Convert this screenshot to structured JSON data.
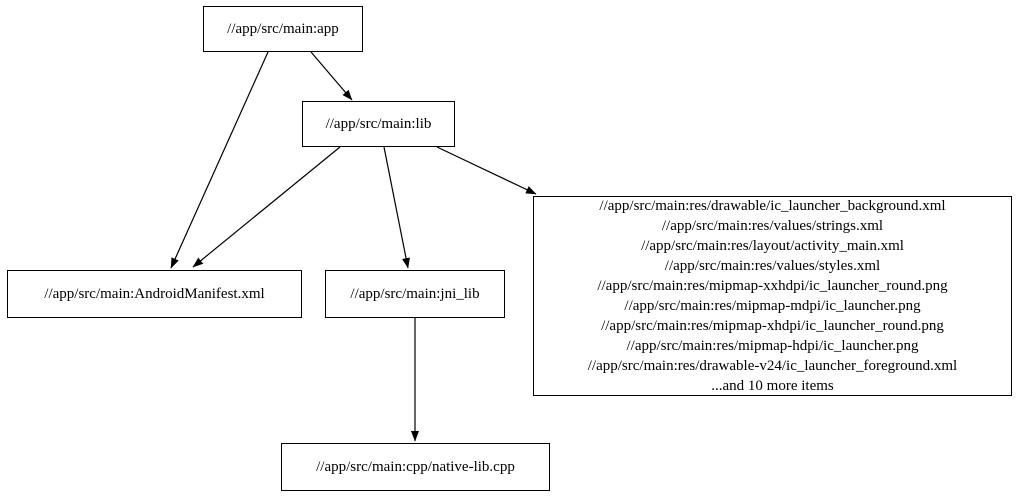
{
  "diagram": {
    "type": "dependency-graph",
    "nodes": {
      "app": {
        "label": "//app/src/main:app"
      },
      "lib": {
        "label": "//app/src/main:lib"
      },
      "manifest": {
        "label": "//app/src/main:AndroidManifest.xml"
      },
      "jni_lib": {
        "label": "//app/src/main:jni_lib"
      },
      "cpp": {
        "label": "//app/src/main:cpp/native-lib.cpp"
      },
      "res": {
        "lines": [
          "//app/src/main:res/drawable/ic_launcher_background.xml",
          "//app/src/main:res/values/strings.xml",
          "//app/src/main:res/layout/activity_main.xml",
          "//app/src/main:res/values/styles.xml",
          "//app/src/main:res/mipmap-xxhdpi/ic_launcher_round.png",
          "//app/src/main:res/mipmap-mdpi/ic_launcher.png",
          "//app/src/main:res/mipmap-xhdpi/ic_launcher_round.png",
          "//app/src/main:res/mipmap-hdpi/ic_launcher.png",
          "//app/src/main:res/drawable-v24/ic_launcher_foreground.xml",
          "...and 10 more items"
        ]
      }
    },
    "edges": [
      {
        "from": "app",
        "to": "lib"
      },
      {
        "from": "app",
        "to": "manifest"
      },
      {
        "from": "lib",
        "to": "manifest"
      },
      {
        "from": "lib",
        "to": "jni_lib"
      },
      {
        "from": "lib",
        "to": "res"
      },
      {
        "from": "jni_lib",
        "to": "cpp"
      }
    ],
    "colors": {
      "background": "#ffffff",
      "node_border": "#000000",
      "text": "#000000",
      "edge": "#000000"
    }
  }
}
